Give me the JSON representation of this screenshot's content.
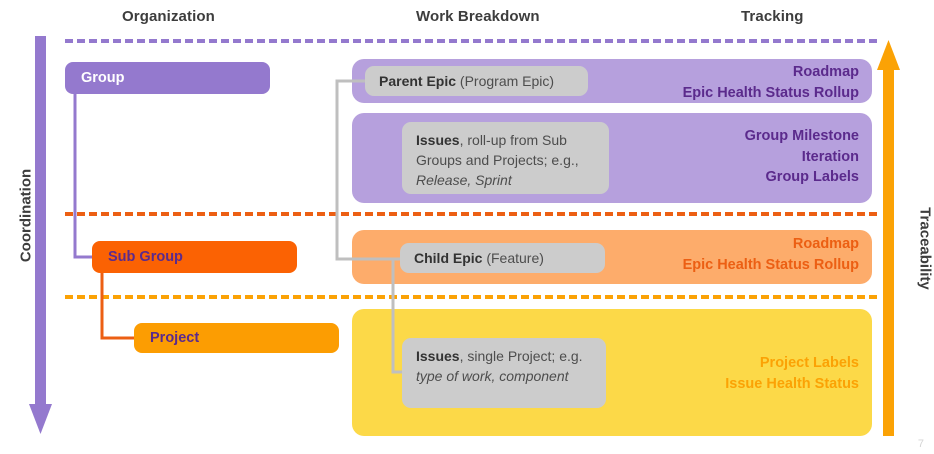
{
  "headers": {
    "organization": "Organization",
    "work_breakdown": "Work Breakdown",
    "tracking": "Tracking"
  },
  "axes": {
    "left": {
      "label": "Coordination",
      "direction": "down",
      "color": "#9479ce"
    },
    "right": {
      "label": "Traceability",
      "direction": "up",
      "color": "#fba205"
    }
  },
  "tiers": [
    {
      "name": "group",
      "divider_color": "#9479ce"
    },
    {
      "name": "subgroup",
      "divider_color": "#ec5f13"
    },
    {
      "name": "project",
      "divider_color": "#fba205"
    }
  ],
  "organization": {
    "pills": [
      {
        "label": "Group",
        "bg": "#9479ce",
        "text_color": "#ffffff"
      },
      {
        "label": "Sub Group",
        "bg": "#fb6203",
        "text_color": "#5b2a8c"
      },
      {
        "label": "Project",
        "bg": "#fc9d02",
        "text_color": "#5b2a8c"
      }
    ]
  },
  "work_breakdown": {
    "parent_epic": {
      "title": "Parent Epic",
      "detail": " (Program Epic)"
    },
    "group_issues": {
      "title": "Issues",
      "detail": ", roll-up from Sub Groups and Projects; e.g., ",
      "emphasis": "Release, Sprint"
    },
    "child_epic": {
      "title": "Child Epic",
      "detail": " (Feature)"
    },
    "project_issues": {
      "title": "Issues",
      "detail": ", single Project; e.g. ",
      "emphasis": "type of work, component"
    }
  },
  "tracking": {
    "group_epic": "Roadmap\nEpic Health Status Rollup",
    "group_issues": "Group Milestone\nIteration\nGroup Labels",
    "subgroup": "Roadmap\nEpic Health Status Rollup",
    "project": "Project Labels\nIssue Health Status"
  },
  "panels": {
    "group_epic_bg": "#b6a0dd",
    "group_issues_bg": "#b6a0dd",
    "subgroup_bg": "#fdac6b",
    "project_bg": "#fcd948",
    "card_bg": "#cccccc"
  },
  "footer": {
    "page_number": "7"
  }
}
